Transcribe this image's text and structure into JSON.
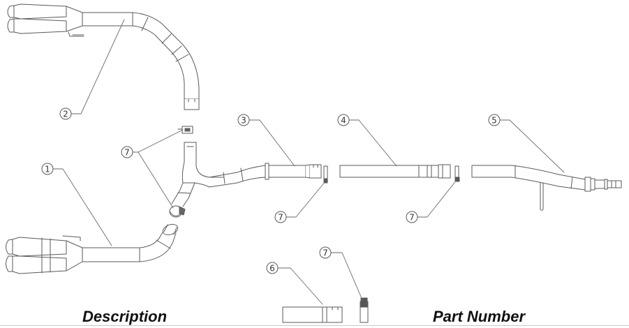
{
  "diagram": {
    "balloons": [
      {
        "id": "b2",
        "label": "2"
      },
      {
        "id": "b1",
        "label": "1"
      },
      {
        "id": "b7a",
        "label": "7"
      },
      {
        "id": "b3",
        "label": "3"
      },
      {
        "id": "b4",
        "label": "4"
      },
      {
        "id": "b5",
        "label": "5"
      },
      {
        "id": "b7b",
        "label": "7"
      },
      {
        "id": "b7c",
        "label": "7"
      },
      {
        "id": "b6",
        "label": "6"
      },
      {
        "id": "b7d",
        "label": "7"
      }
    ]
  },
  "table_header": {
    "description": "Description",
    "part_number": "Part Number"
  },
  "colors": {
    "line": "#5a5a5a",
    "fill": "#ffffff"
  }
}
